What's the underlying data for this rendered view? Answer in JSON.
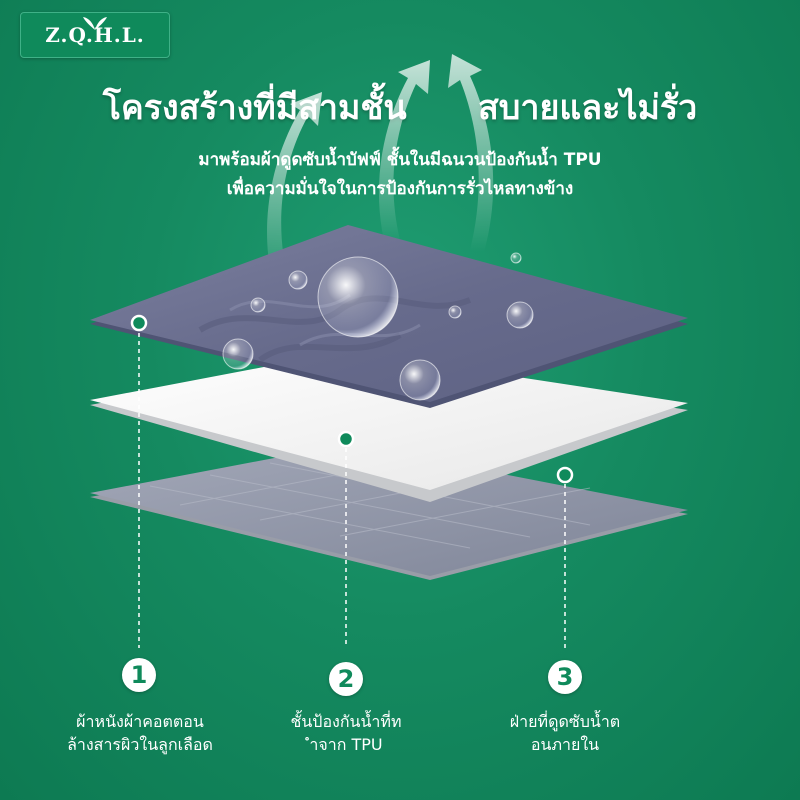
{
  "brand": {
    "logo_text": "Z.Q.H.L."
  },
  "headline": {
    "left": "โครงสร้างที่มีสามชั้น",
    "right": "สบายและไม่รั่ว"
  },
  "subtitle": {
    "line1": "มาพร้อมผ้าดูดซับน้ำบัฟฟ์ ชั้นในมีฉนวนป้องกันน้ำ TPU",
    "line2": "เพื่อความมั่นใจในการป้องกันการรั่วไหลทางข้าง"
  },
  "layers": [
    {
      "number": "1",
      "caption_line1": "ผ้าหนังผ้าคอตตอน",
      "caption_line2": "ล้างสารผิวในลูกเลือด"
    },
    {
      "number": "2",
      "caption_line1": "ชั้นป้องกันน้ำที่ท",
      "caption_line2": "ำจาก TPU"
    },
    {
      "number": "3",
      "caption_line1": "ฝ่ายที่ดูดซับน้ำต",
      "caption_line2": "อนภายใน"
    }
  ],
  "colors": {
    "background": "#158a60",
    "top_layer": "#6f7394",
    "middle_layer": "#f3f3f3",
    "bottom_layer": "#8f95a6",
    "accent": "#0f8a5b"
  },
  "icons": [
    "leaf-icon",
    "water-droplet-icon",
    "airflow-arrow-icon",
    "dot-marker-icon"
  ]
}
